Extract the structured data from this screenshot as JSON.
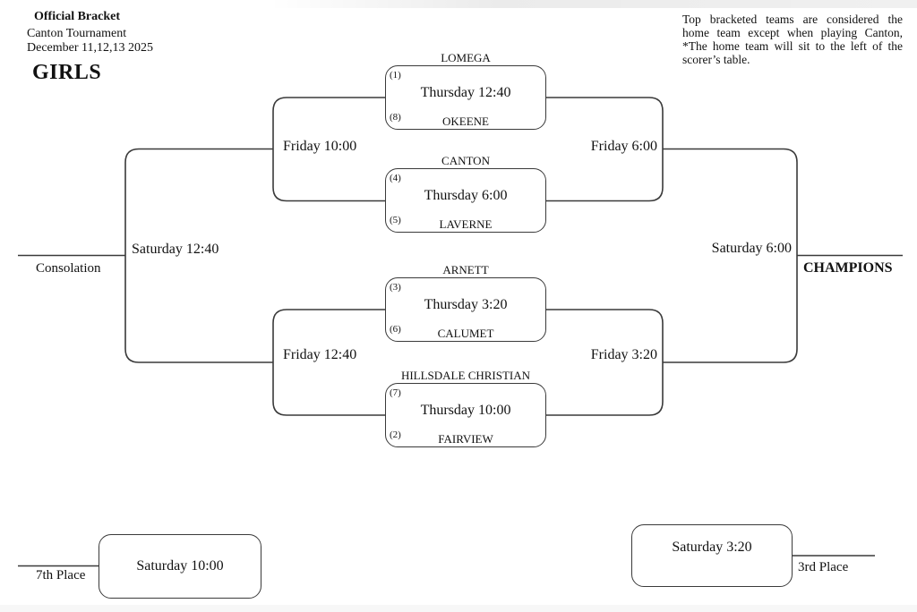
{
  "page": {
    "title": "Official Bracket",
    "tournament": "Canton Tournament",
    "dates": "December 11,12,13 2025",
    "division": "GIRLS",
    "note": "Top bracketed teams are considered the home team except when playing Canton, *The home team will sit to the left of the scorer’s table."
  },
  "games": [
    {
      "top_seed": "(1)",
      "top_team": "LOMEGA",
      "time": "Thursday 12:40",
      "bottom_seed": "(8)",
      "bottom_team": "OKEENE"
    },
    {
      "top_seed": "(4)",
      "top_team": "CANTON",
      "time": "Thursday 6:00",
      "bottom_seed": "(5)",
      "bottom_team": "LAVERNE"
    },
    {
      "top_seed": "(3)",
      "top_team": "ARNETT",
      "time": "Thursday 3:20",
      "bottom_seed": "(6)",
      "bottom_team": "CALUMET"
    },
    {
      "top_seed": "(7)",
      "top_team": "HILLSDALE CHRISTIAN",
      "time": "Thursday 10:00",
      "bottom_seed": "(2)",
      "bottom_team": "FAIRVIEW"
    }
  ],
  "rounds": {
    "consolation_semifinal_top": "Friday 10:00",
    "semifinal_top": "Friday 6:00",
    "consolation_semifinal_bottom": "Friday 12:40",
    "semifinal_bottom": "Friday 3:20",
    "consolation_final": "Saturday 12:40",
    "championship_final": "Saturday 6:00",
    "seventh_place_game": "Saturday 10:00",
    "third_place_game": "Saturday 3:20"
  },
  "placements": {
    "consolation": "Consolation",
    "champions": "CHAMPIONS",
    "seventh_place": "7th Place",
    "third_place": "3rd Place"
  },
  "colors": {
    "line": "#3a3a3a",
    "text": "#111111",
    "background": "#ffffff"
  }
}
